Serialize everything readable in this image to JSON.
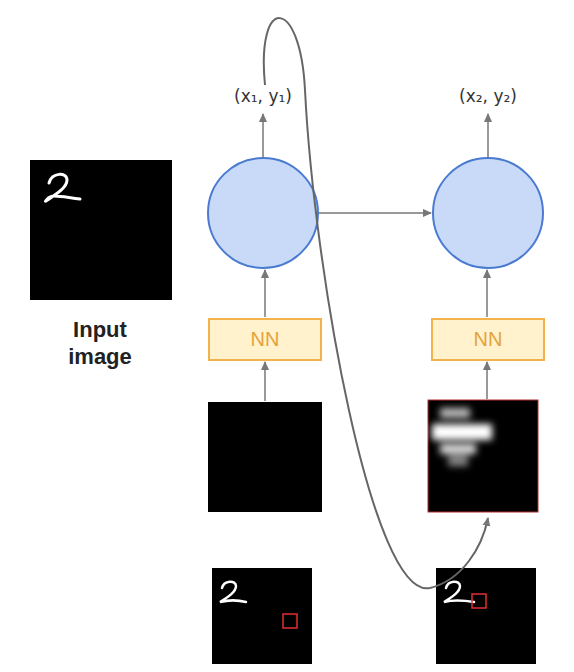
{
  "diagram": {
    "nodes": [
      {
        "text": [
          "NN"
        ]
      },
      {
        "text": [
          "NN"
        ]
      }
    ],
    "labels": [
      "(x₁, y₁)",
      "(x₂, y₂)",
      "Input image"
    ]
  }
}
